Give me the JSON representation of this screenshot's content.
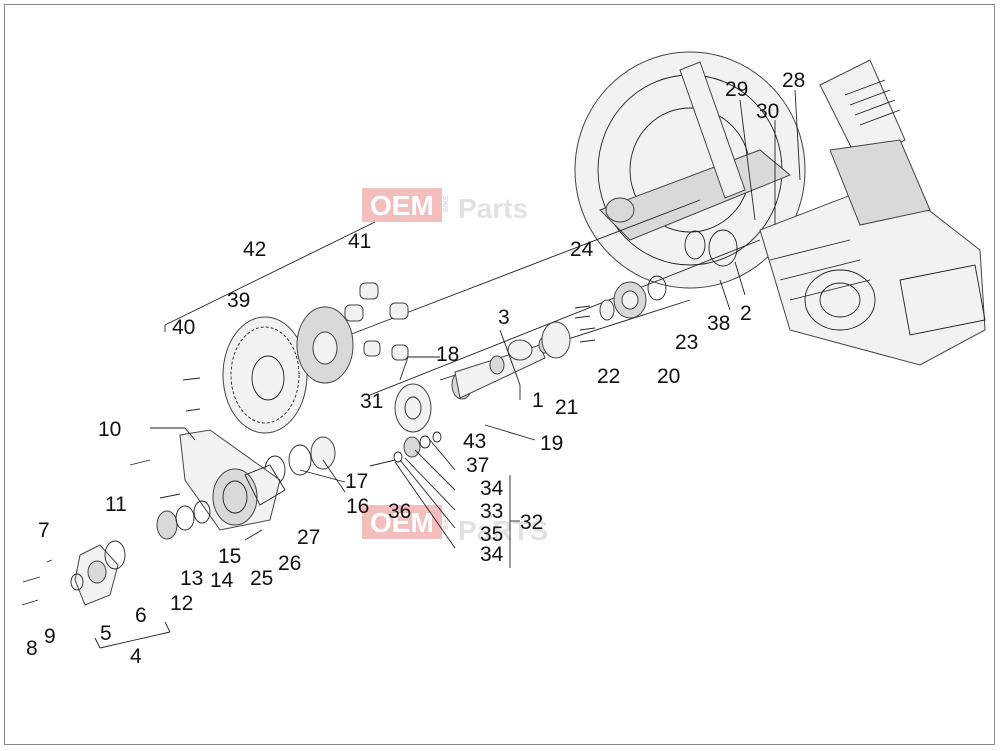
{
  "watermark": {
    "prefix": "OEM",
    "mid": "BIKE",
    "suffix_top": "Parts",
    "suffix_bottom": "PaRTS",
    "color": "#e04040"
  },
  "labels": [
    "1",
    "2",
    "3",
    "4",
    "5",
    "6",
    "7",
    "8",
    "9",
    "10",
    "11",
    "12",
    "13",
    "14",
    "15",
    "16",
    "17",
    "18",
    "19",
    "20",
    "21",
    "22",
    "23",
    "24",
    "25",
    "26",
    "27",
    "28",
    "29",
    "30",
    "31",
    "32",
    "33",
    "34",
    "34",
    "35",
    "36",
    "37",
    "38",
    "39",
    "40",
    "41",
    "42",
    "43"
  ]
}
